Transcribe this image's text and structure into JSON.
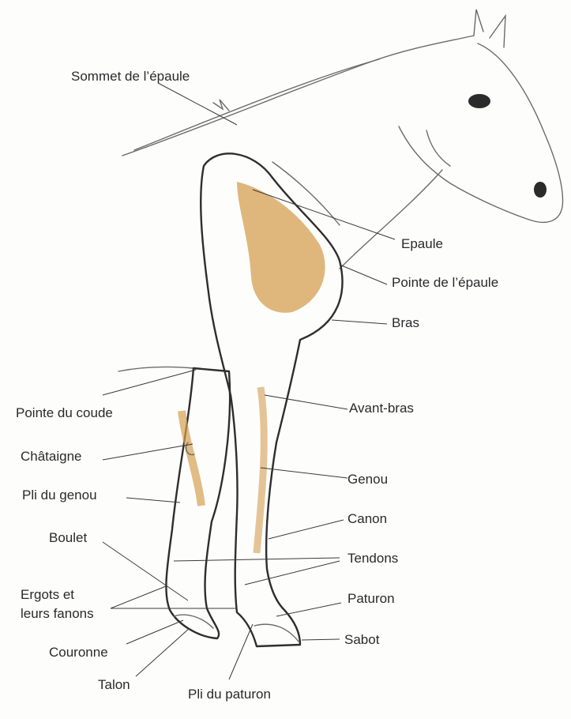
{
  "labels": {
    "sommet_epaule": "Sommet de l’épaule",
    "epaule": "Epaule",
    "pointe_epaule": "Pointe de l’épaule",
    "bras": "Bras",
    "pointe_coude": "Pointe du coude",
    "avant_bras": "Avant-bras",
    "chataigne": "Châtaigne",
    "genou": "Genou",
    "pli_genou": "Pli du genou",
    "canon": "Canon",
    "boulet": "Boulet",
    "tendons": "Tendons",
    "ergots_line1": "Ergots et",
    "ergots_line2": "leurs fanons",
    "paturon": "Paturon",
    "sabot": "Sabot",
    "couronne": "Couronne",
    "talon": "Talon",
    "pli_paturon": "Pli du paturon"
  },
  "colors": {
    "leg_fill": "#E9BD72",
    "leg_shade": "#D49F52",
    "outline": "#2e2e2e",
    "sketch": "#6b6b6b"
  }
}
